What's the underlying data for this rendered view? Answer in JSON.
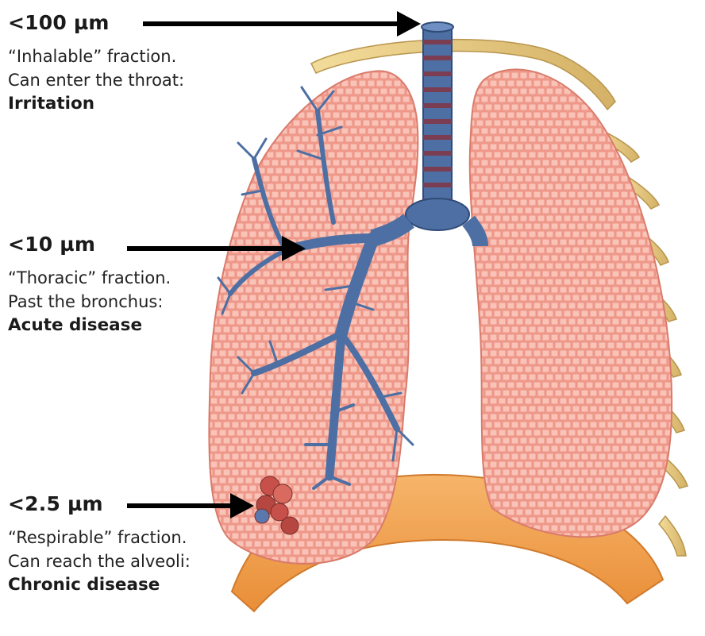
{
  "labels": [
    {
      "size": "<100 µm",
      "line1": "“Inhalable” fraction.",
      "line2": "Can enter the throat:",
      "effect": "Irritation"
    },
    {
      "size": "<10 µm",
      "line1": "“Thoracic” fraction.",
      "line2": "Past the bronchus:",
      "effect": "Acute disease"
    },
    {
      "size": "<2.5 µm",
      "line1": "“Respirable” fraction.",
      "line2": "Can reach the alveoli:",
      "effect": "Chronic disease"
    }
  ],
  "colors": {
    "lung_fill": "#f4a79a",
    "lung_cells": "#f9c6bc",
    "airway": "#4d6fa3",
    "airway_ring": "#7b3d52",
    "diaphragm": "#f1a04a",
    "ribs": "#e9cf83",
    "particles": "#c8504a",
    "arrow": "#000000"
  }
}
